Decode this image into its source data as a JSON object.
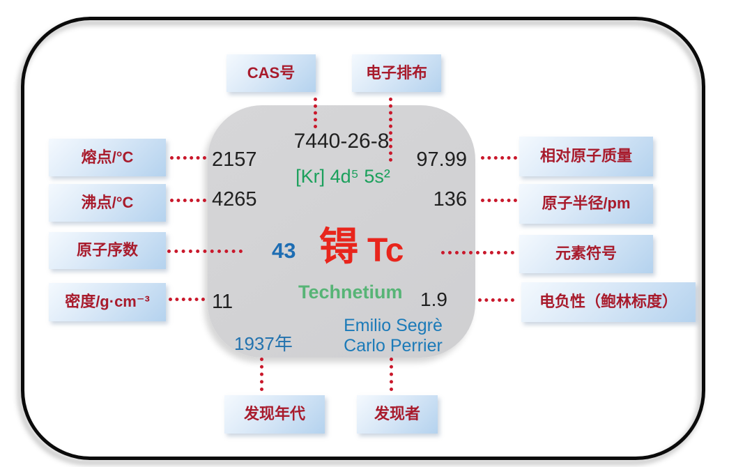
{
  "card": {
    "cas_number": "7440-26-8",
    "electron_configuration": "[Kr] 4d⁵ 5s²",
    "melting_point": "2157",
    "boiling_point": "4265",
    "atomic_mass": "97.99",
    "atomic_radius": "136",
    "atomic_number": "43",
    "name_zh": "锝",
    "symbol": "Tc",
    "name_en": "Technetium",
    "density": "11",
    "electronegativity": "1.9",
    "discovery_year": "1937年",
    "discoverers": [
      "Emilio Segrè",
      "Carlo Perrier"
    ]
  },
  "labels": {
    "cas": "CAS号",
    "electron_configuration": "电子排布",
    "melting_point": "熔点/°C",
    "boiling_point": "沸点/°C",
    "atomic_number": "原子序数",
    "density": "密度/g·cm⁻³",
    "atomic_mass": "相对原子质量",
    "atomic_radius": "原子半径/pm",
    "symbol": "元素符号",
    "electronegativity": "电负性（鲍林标度）",
    "discovery_year": "发现年代",
    "discoverer": "发现者"
  },
  "colors": {
    "connector_red": "#c9182b",
    "label_text_red": "#a81b2c",
    "label_box_blue": "#b4d2ee",
    "element_name_red": "#e8251c",
    "atomic_number_blue": "#1d6db3",
    "english_name_green": "#57b476",
    "electron_config_green": "#1ba05c",
    "discoverer_blue": "#1b7ab8",
    "card_gray": "#d4d4d6",
    "frame_black": "#0b0b0b"
  }
}
